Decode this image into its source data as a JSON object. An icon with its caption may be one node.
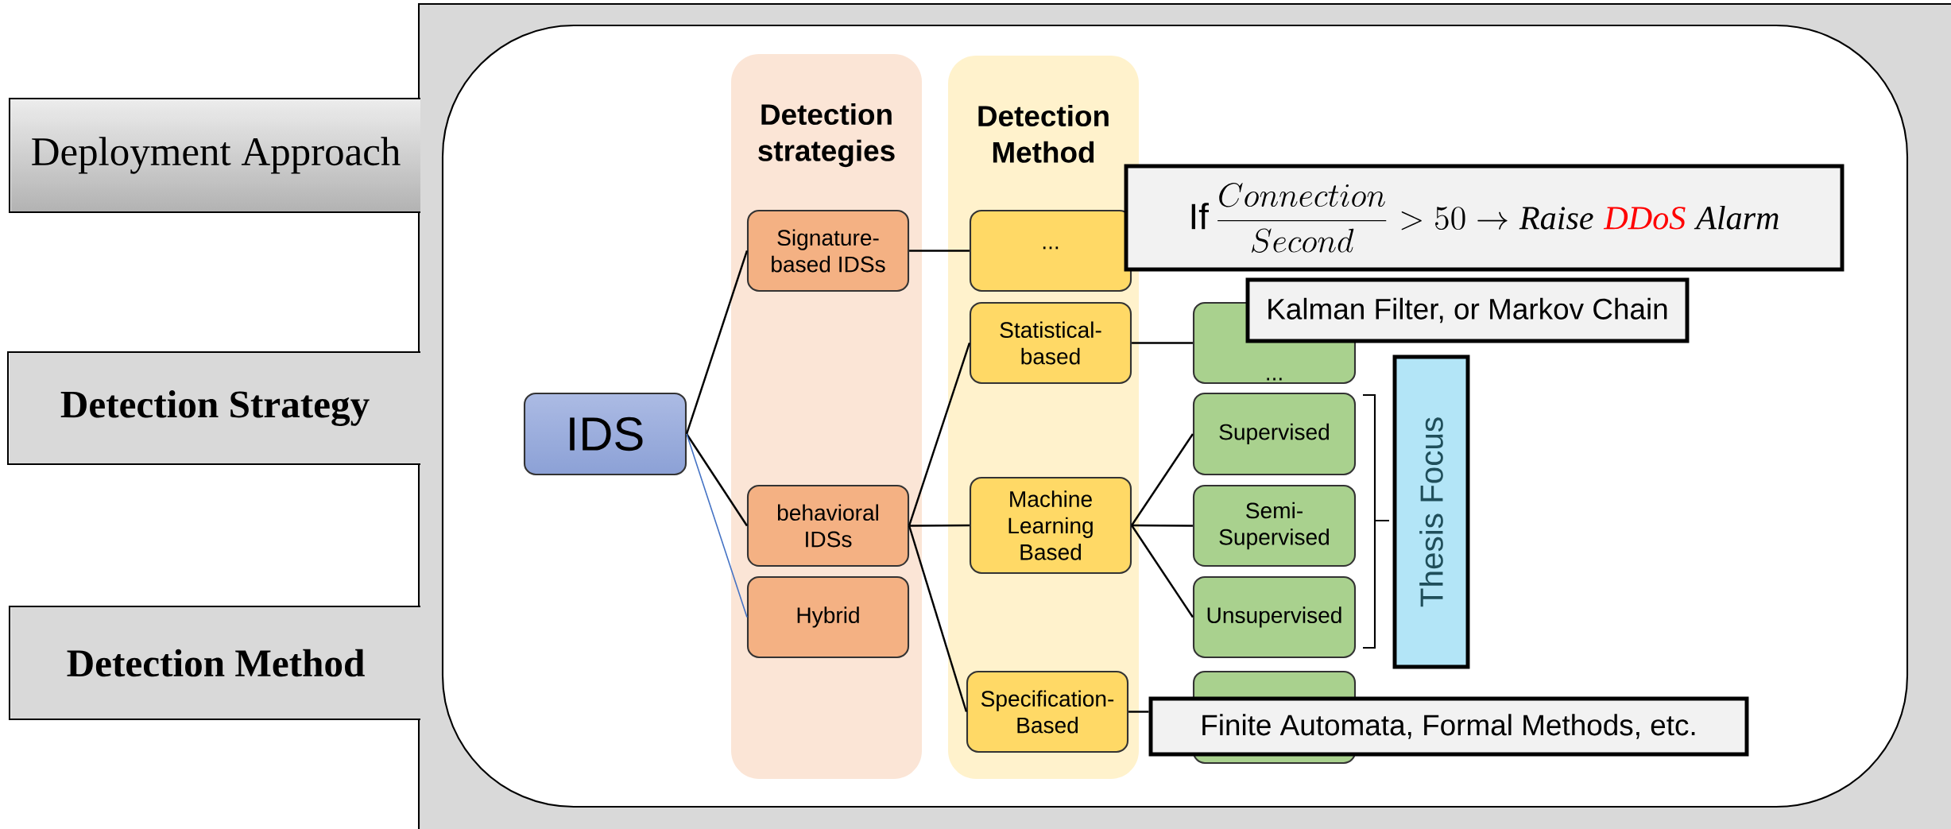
{
  "diagram": {
    "nodes": [
      {
        "text": [
          "Deployment Approach"
        ]
      },
      {
        "text": [
          "Detection Strategy"
        ]
      },
      {
        "text": [
          "Detection Method"
        ]
      },
      {
        "text": [
          "IDS"
        ]
      },
      {
        "text": [
          "Detection strategies"
        ]
      },
      {
        "text": [
          "Signature-based IDSs"
        ],
        "in": 4
      },
      {
        "text": [
          "behavioral IDSs"
        ],
        "in": 4
      },
      {
        "text": [
          "Hybrid"
        ],
        "in": 4
      },
      {
        "text": [
          "Detection Method"
        ]
      },
      {
        "text": [
          "..."
        ],
        "in": 8
      },
      {
        "text": [
          "Statistical-based"
        ],
        "in": 8
      },
      {
        "text": [
          "Machine Learning Based"
        ],
        "in": 8
      },
      {
        "text": [
          "Specification-Based"
        ],
        "in": 8
      },
      {
        "text": [
          "\\mathrm{If}\\,\\frac{Connection}{Second} > 50 \\rightarrow",
          "Raise",
          "DDoS",
          "Alarm"
        ]
      },
      {
        "text": [
          "..."
        ]
      },
      {
        "text": [
          "Kalman Filter, or Markov Chain"
        ]
      },
      {
        "text": [
          "Supervised"
        ]
      },
      {
        "text": [
          "Semi-Supervised"
        ]
      },
      {
        "text": [
          "Unsupervised"
        ]
      },
      {
        "text": [
          "Thesis Focus"
        ]
      },
      {
        "text": [],
        "shape": "box"
      },
      {
        "text": [
          "Finite Automata, Formal Methods, etc."
        ]
      }
    ],
    "edges": [
      {
        "from": 3,
        "to": 5,
        "arrow": "none"
      },
      {
        "from": 3,
        "to": 6,
        "arrow": "none"
      },
      {
        "from": 3,
        "to": 7,
        "arrow": "none",
        "color": "#4472c4"
      },
      {
        "from": 5,
        "to": 9,
        "arrow": "none"
      },
      {
        "from": 6,
        "to": 10,
        "arrow": "none"
      },
      {
        "from": 6,
        "to": 11,
        "arrow": "none"
      },
      {
        "from": 6,
        "to": 12,
        "arrow": "none"
      },
      {
        "from": 10,
        "to": 14,
        "arrow": "none"
      },
      {
        "from": 11,
        "to": 16,
        "arrow": "none"
      },
      {
        "from": 11,
        "to": 17,
        "arrow": "none"
      },
      {
        "from": 11,
        "to": 18,
        "arrow": "none"
      },
      {
        "from": 12,
        "to": 21,
        "arrow": "none"
      }
    ]
  }
}
